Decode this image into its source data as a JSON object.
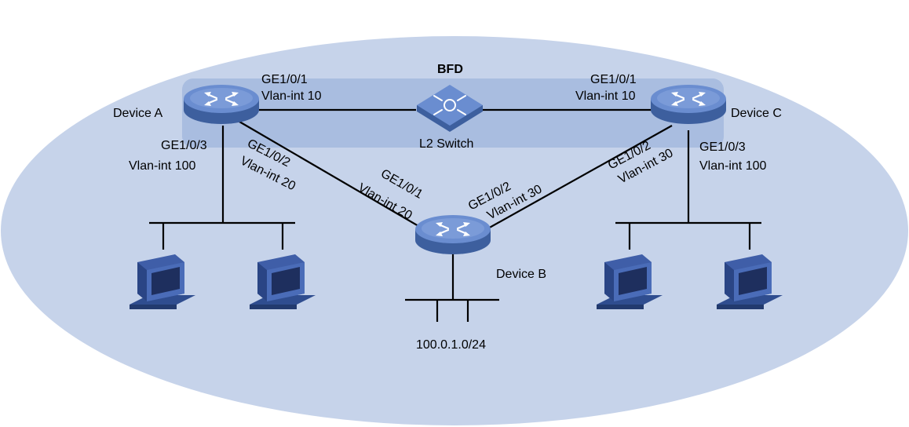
{
  "colors": {
    "ellipse_fill": "#c6d3ea",
    "bfd_band": "#a9bde0",
    "device_top": "#5f82c8",
    "device_side": "#3d5f9e",
    "link": "#000000",
    "pc_body": "#3f5ea8"
  },
  "band": {
    "title": "BFD",
    "switch_label": "L2 Switch"
  },
  "devices": {
    "a": {
      "name": "Device A",
      "icon": "router-icon"
    },
    "b": {
      "name": "Device B",
      "icon": "router-icon"
    },
    "c": {
      "name": "Device C",
      "icon": "router-icon"
    },
    "switch": {
      "icon": "l2-switch-icon"
    }
  },
  "interfaces": {
    "a_ge1": {
      "port": "GE1/0/1",
      "vlan": "Vlan-int 10"
    },
    "a_ge2": {
      "port": "GE1/0/2",
      "vlan": "Vlan-int 20"
    },
    "a_ge3": {
      "port": "GE1/0/3",
      "vlan": "Vlan-int 100"
    },
    "b_ge1": {
      "port": "GE1/0/1",
      "vlan": "Vlan-int 20"
    },
    "b_ge2": {
      "port": "GE1/0/2",
      "vlan": "Vlan-int 30"
    },
    "c_ge1": {
      "port": "GE1/0/1",
      "vlan": "Vlan-int 10"
    },
    "c_ge2": {
      "port": "GE1/0/2",
      "vlan": "Vlan-int 30"
    },
    "c_ge3": {
      "port": "GE1/0/3",
      "vlan": "Vlan-int 100"
    }
  },
  "network": {
    "subnet": "100.0.1.0/24"
  },
  "hosts": {
    "icon": "pc-icon"
  }
}
